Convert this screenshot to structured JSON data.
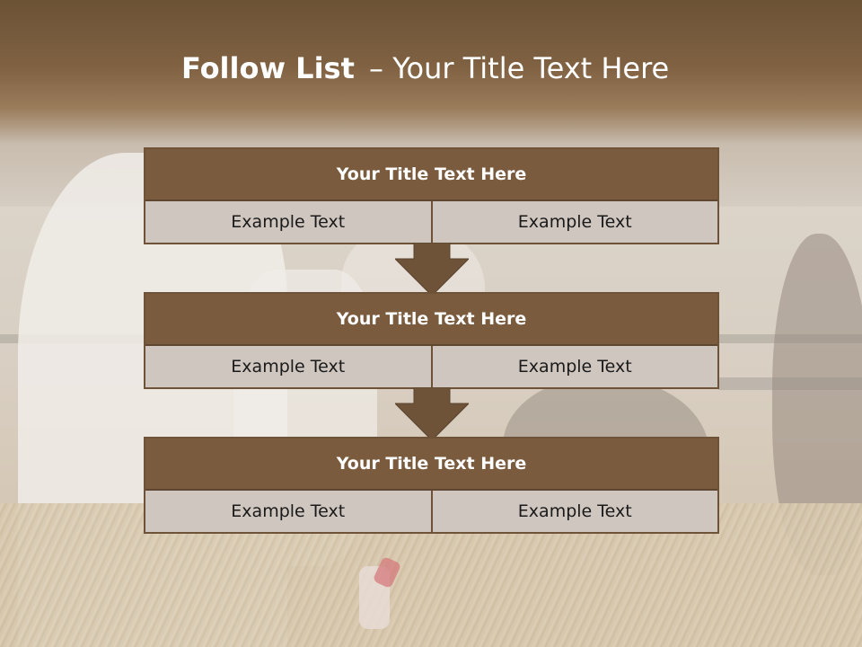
{
  "slide": {
    "title_bold": "Follow List",
    "title_rest": "– Your Title Text Here"
  },
  "steps": [
    {
      "title": "Your Title Text Here",
      "cells": [
        "Example Text",
        "Example Text"
      ]
    },
    {
      "title": "Your Title Text Here",
      "cells": [
        "Example Text",
        "Example Text"
      ]
    },
    {
      "title": "Your Title Text Here",
      "cells": [
        "Example Text",
        "Example Text"
      ]
    }
  ],
  "colors": {
    "header_brown": "#7f6142",
    "box_title": "#7a5b3e",
    "box_border": "#6e5339",
    "cell_fill": "#cfc6bf",
    "arrow_fill": "#6e5339"
  }
}
